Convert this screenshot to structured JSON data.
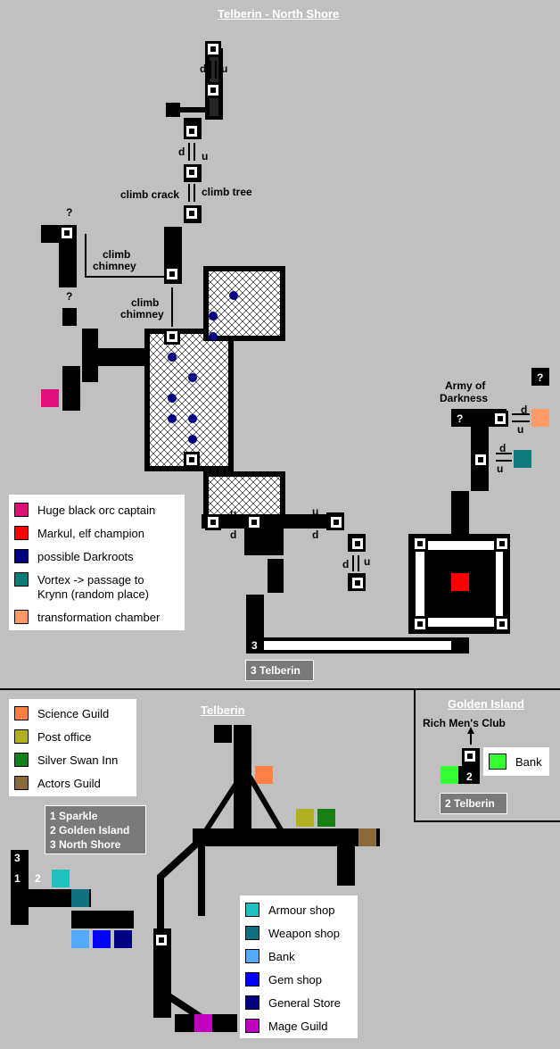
{
  "titles": {
    "north": "Telberin - North Shore",
    "city": "Telberin",
    "golden": "Golden Island"
  },
  "north_labels": {
    "d1": "d",
    "u1": "u",
    "d2": "d",
    "u2": "u",
    "climb_crack": "climb crack",
    "climb_tree": "climb tree",
    "q1": "?",
    "q2": "?",
    "climb1": "climb",
    "chimney1": "chimney",
    "climb2": "climb",
    "chimney2": "chimney",
    "army1": "Army of",
    "army2": "Darkness",
    "q3": "?",
    "q4": "?",
    "d3": "d",
    "u3": "u",
    "d4": "d",
    "u4": "u",
    "u5": "u",
    "d5": "d",
    "u6": "u",
    "d6": "d",
    "d7": "d",
    "u7": "u",
    "three": "3"
  },
  "north_legend": [
    {
      "color": "#e0107a",
      "text": "Huge black orc captain"
    },
    {
      "color": "#ff0000",
      "text": "Markul, elf champion"
    },
    {
      "color": "#000080",
      "text": "possible Darkroots"
    },
    {
      "color": "#0e7a7a",
      "text": "Vortex -> passage to"
    },
    {
      "color": "",
      "text": "Krynn (random place)"
    },
    {
      "color": "#ff9966",
      "text": "transformation chamber"
    }
  ],
  "north_goto": "3 Telberin",
  "city_legend_top": [
    {
      "color": "#ff8040",
      "text": "Science Guild"
    },
    {
      "color": "#b0b020",
      "text": "Post office"
    },
    {
      "color": "#168016",
      "text": "Silver Swan Inn"
    },
    {
      "color": "#8a6a3a",
      "text": "Actors Guild"
    }
  ],
  "city_exits": [
    "1 Sparkle",
    "2 Golden Island",
    "3 North Shore"
  ],
  "city_legend_bottom": [
    {
      "color": "#20c0c0",
      "text": "Armour shop"
    },
    {
      "color": "#107080",
      "text": "Weapon shop"
    },
    {
      "color": "#55aaff",
      "text": "Bank"
    },
    {
      "color": "#0000ff",
      "text": "Gem shop"
    },
    {
      "color": "#000080",
      "text": "General Store"
    },
    {
      "color": "#c000c0",
      "text": "Mage Guild"
    }
  ],
  "city_labels": {
    "one": "1",
    "two": "2",
    "three": "3"
  },
  "golden": {
    "rich": "Rich Men's Club",
    "two": "2",
    "bank_label": "Bank",
    "bank_color": "#33ff33",
    "goto": "2 Telberin"
  }
}
